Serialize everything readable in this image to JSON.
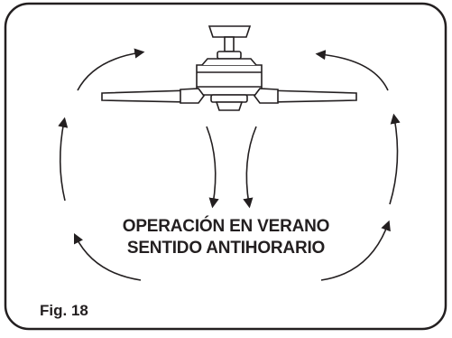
{
  "diagram": {
    "caption_line1": "OPERACIÓN EN VERANO",
    "caption_line2": "SENTIDO ANTIHORARIO",
    "figure_label": "Fig. 18"
  },
  "colors": {
    "ink": "#231f20",
    "background": "#ffffff"
  },
  "icons": {
    "fan": "ceiling-fan-icon",
    "airflow": "curved-arrow-icon"
  }
}
